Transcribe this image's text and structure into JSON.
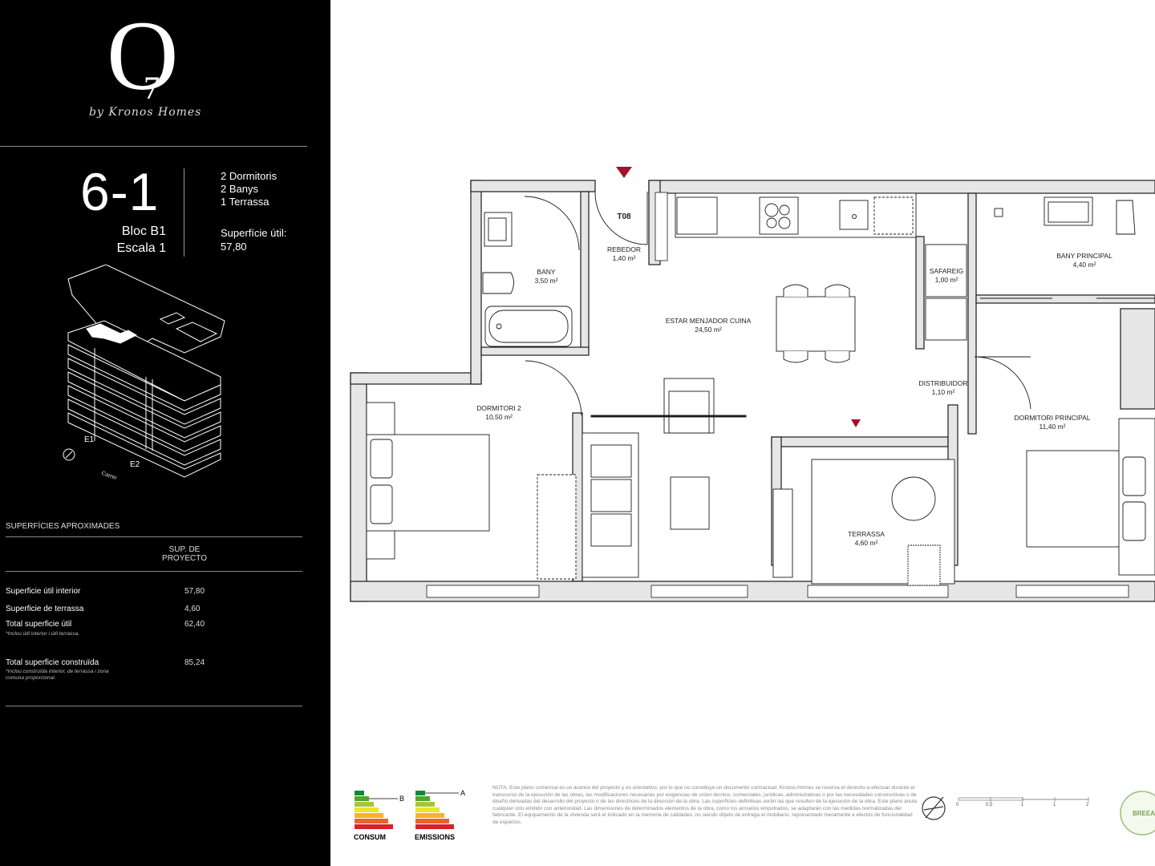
{
  "brand": {
    "logo_mark": "O",
    "logo_sub": "7",
    "tagline": "by Kronos Homes"
  },
  "unit": {
    "number": "6-1",
    "bloc": "Bloc B1",
    "escala": "Escala 1",
    "features": [
      "2 Dormitoris",
      "2 Banys",
      "1 Terrassa"
    ],
    "surface_label": "Superfície útil:",
    "surface_value": "57,80"
  },
  "iso": {
    "labels": [
      "E1",
      "E2",
      "Carrer"
    ]
  },
  "surfaces": {
    "title": "SUPERFÍCIES APROXIMADES",
    "column_header": "SUP. DE PROYECTO",
    "rows": [
      {
        "label": "Superficie útil interior",
        "value": "57,80",
        "note": ""
      },
      {
        "label": "Superficie de terrassa",
        "value": "4,60",
        "note": ""
      },
      {
        "label": "Total superficie útil",
        "value": "62,40",
        "note": "*Inclou útil interior i útil terrassa."
      },
      {
        "label": "Total superficie construïda",
        "value": "85,24",
        "note": "*Inclou construïda interior, de terrassa i zona comuna proporcional."
      }
    ]
  },
  "plan": {
    "door_code": "T08",
    "rooms": [
      {
        "name": "REBEDOR",
        "area": "1,40 m²"
      },
      {
        "name": "BANY",
        "area": "3,50 m²"
      },
      {
        "name": "ESTAR MENJADOR CUINA",
        "area": "24,50 m²"
      },
      {
        "name": "SAFAREIG",
        "area": "1,00 m²"
      },
      {
        "name": "BANY PRINCIPAL",
        "area": "4,40 m²"
      },
      {
        "name": "DISTRIBUIDOR",
        "area": "1,10 m²"
      },
      {
        "name": "DORMITORI 2",
        "area": "10,50 m²"
      },
      {
        "name": "DORMITORI PRINCIPAL",
        "area": "11,40 m²"
      },
      {
        "name": "TERRASSA",
        "area": "4,60 m²"
      }
    ]
  },
  "footer": {
    "consum_label": "CONSUM",
    "consum_rating": "B",
    "emissions_label": "EMISSIONS",
    "emissions_rating": "A",
    "note": "NOTA: Este plano comercial es un avance del proyecto y es orientativo, por lo que no constituye un documento contractual. Kronos Homes se reserva el derecho a efectuar durante el transcurso de la ejecución de las obras, las modificaciones necesarias por exigencias de orden técnico, comerciales, jurídicas, administrativas o por las necesidades constructivas o de diseño derivadas del desarrollo del proyecto o de las directrices de la dirección de la obra. Las superficies definitivas serán las que resulten de la ejecución de la obra. Este plano anula cualquier otro emitido con anterioridad. Las dimensiones de determinados elementos de la obra, como los armarios empotrados, se adaptarán con las medidas normalizadas del fabricante. El equipamiento de la vivienda será el indicado en la memoria de calidades, no siendo objeto de entrega el mobiliario, representado meramente a efectos de funcionalidad de espacios.",
    "scale_ticks": [
      "0",
      "0,5",
      "1",
      "1",
      "2"
    ],
    "seal_text": "BREEAM"
  },
  "colors": {
    "sidebar_bg": "#000000",
    "wall": "#e6e6e6",
    "wall_stroke": "#1a1a1a",
    "accent_marker": "#a3122a"
  }
}
